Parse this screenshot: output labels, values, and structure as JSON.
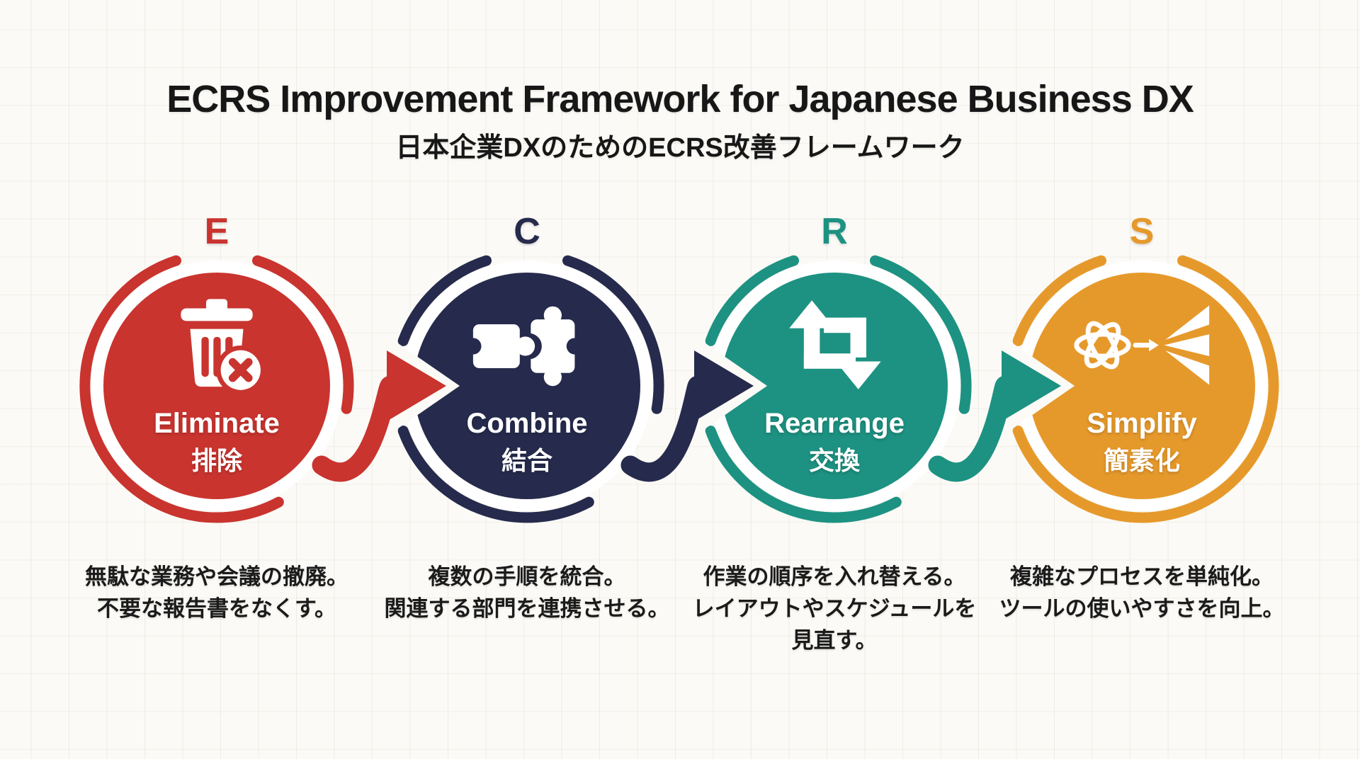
{
  "header": {
    "title": "ECRS Improvement Framework for Japanese Business DX",
    "subtitle": "日本企業DXのためのECRS改善フレームワーク"
  },
  "colors": {
    "background": "#fbfaf6",
    "grid_line": "#ece9e2",
    "text": "#1b1b1b",
    "white": "#ffffff"
  },
  "steps": [
    {
      "letter": "E",
      "name": "Eliminate",
      "name_ja": "排除",
      "color": "#c9342f",
      "icon": "trash-delete-icon",
      "description": [
        "無駄な業務や会議の撤廃。",
        "不要な報告書をなくす。"
      ]
    },
    {
      "letter": "C",
      "name": "Combine",
      "name_ja": "結合",
      "color": "#262b4d",
      "icon": "puzzle-icon",
      "description": [
        "複数の手順を統合。",
        "関連する部門を連携させる。"
      ]
    },
    {
      "letter": "R",
      "name": "Rearrange",
      "name_ja": "交換",
      "color": "#1d9282",
      "icon": "swap-arrows-icon",
      "description": [
        "作業の順序を入れ替える。",
        "レイアウトやスケジュールを",
        "見直す。"
      ]
    },
    {
      "letter": "S",
      "name": "Simplify",
      "name_ja": "簡素化",
      "color": "#e6992b",
      "icon": "untangle-icon",
      "description": [
        "複雑なプロセスを単純化。",
        "ツールの使いやすさを向上。"
      ]
    }
  ]
}
